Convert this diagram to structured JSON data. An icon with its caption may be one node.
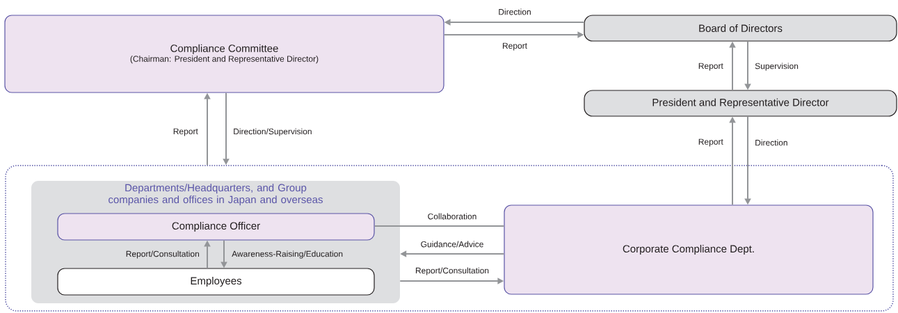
{
  "diagram": {
    "nodes": [
      {
        "text": [
          "Compliance Committee",
          "(Chairman: President and Representative Director)"
        ]
      },
      {
        "text": [
          "Board of Directors"
        ]
      },
      {
        "text": [
          "President and Representative Director"
        ]
      },
      {
        "text": [],
        "shape": "box"
      },
      {
        "text": [
          "Departments/Headquarters, and Group companies and offices in Japan and overseas"
        ],
        "in": 3
      },
      {
        "text": [
          "Compliance Officer"
        ],
        "in": 4
      },
      {
        "text": [
          "Employees"
        ],
        "in": 4
      },
      {
        "text": [
          "Corporate Compliance Dept."
        ],
        "in": 3
      }
    ],
    "edges": [
      {
        "from": 1,
        "to": 0,
        "arrow": "to",
        "label": "Direction"
      },
      {
        "from": 0,
        "to": 1,
        "arrow": "to",
        "label": "Report"
      },
      {
        "from": 3,
        "to": 0,
        "arrow": "to",
        "label": "Report"
      },
      {
        "from": 0,
        "to": 3,
        "arrow": "to",
        "label": "Direction/Supervision"
      },
      {
        "from": 2,
        "to": 1,
        "arrow": "to",
        "label": "Report"
      },
      {
        "from": 1,
        "to": 2,
        "arrow": "to",
        "label": "Supervision"
      },
      {
        "from": 7,
        "to": 2,
        "arrow": "to",
        "label": "Report"
      },
      {
        "from": 2,
        "to": 7,
        "arrow": "to",
        "label": "Direction"
      },
      {
        "from": 5,
        "to": 7,
        "arrow": "none",
        "label": "Collaboration"
      },
      {
        "from": 7,
        "to": 4,
        "arrow": "to",
        "label": "Guidance/Advice"
      },
      {
        "from": 4,
        "to": 7,
        "arrow": "to",
        "label": "Report/Consultation"
      },
      {
        "from": 6,
        "to": 5,
        "arrow": "to",
        "label": "Report/Consultation"
      },
      {
        "from": 5,
        "to": 6,
        "arrow": "to",
        "label": "Awareness-Raising/Education"
      }
    ]
  }
}
